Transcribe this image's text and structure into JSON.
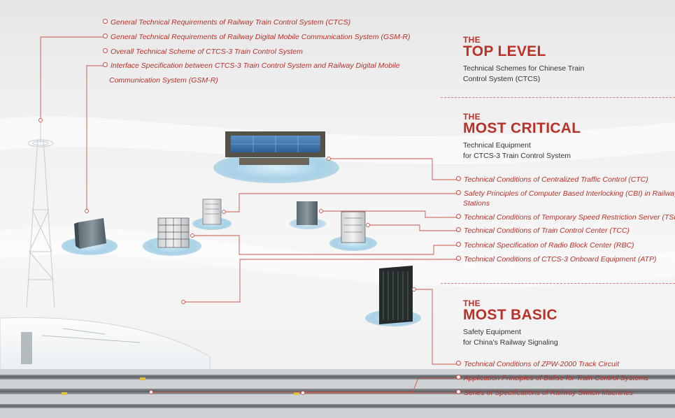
{
  "colors": {
    "accent": "#b8322a",
    "line": "#c9574b",
    "text": "#333333"
  },
  "sections": {
    "top": {
      "the": "THE",
      "title": "TOP LEVEL",
      "subtitle_lines": [
        "Technical Schemes for Chinese Train",
        "Control System (CTCS)"
      ]
    },
    "critical": {
      "the": "THE",
      "title": "MOST CRITICAL",
      "subtitle_lines": [
        "Technical Equipment",
        "for CTCS-3 Train Control System"
      ]
    },
    "basic": {
      "the": "THE",
      "title": "MOST BASIC",
      "subtitle_lines": [
        "Safety Equipment",
        "for China's Railway Signaling"
      ]
    }
  },
  "top_links": [
    "General Technical Requirements of Railway Train Control System (CTCS)",
    "General Technical Requirements of Railway Digital Mobile Communication System (GSM-R)",
    "Overall Technical Scheme of CTCS-3 Train Control System",
    "Interface Specification between CTCS-3 Train Control System and Railway Digital Mobile",
    "Communication System (GSM-R)"
  ],
  "critical_links": [
    "Technical Conditions of Centralized Traffic Control (CTC)",
    "Safety Principles of Computer Based Interlocking (CBI) in Railway",
    "Stations",
    "Technical Conditions of Temporary Speed Restriction Server (TSRS)",
    "Technical Conditions of Train Control Center (TCC)",
    "Technical Specification of Radio Block Center (RBC)",
    "Technical Conditions of CTCS-3 Onboard Equipment (ATP)"
  ],
  "basic_links": [
    "Technical Conditions of ZPW-2000 Track Circuit",
    "Application Principles of Balise for Train Control Systems",
    "Series of Specifications of Railway Switch Machines"
  ]
}
